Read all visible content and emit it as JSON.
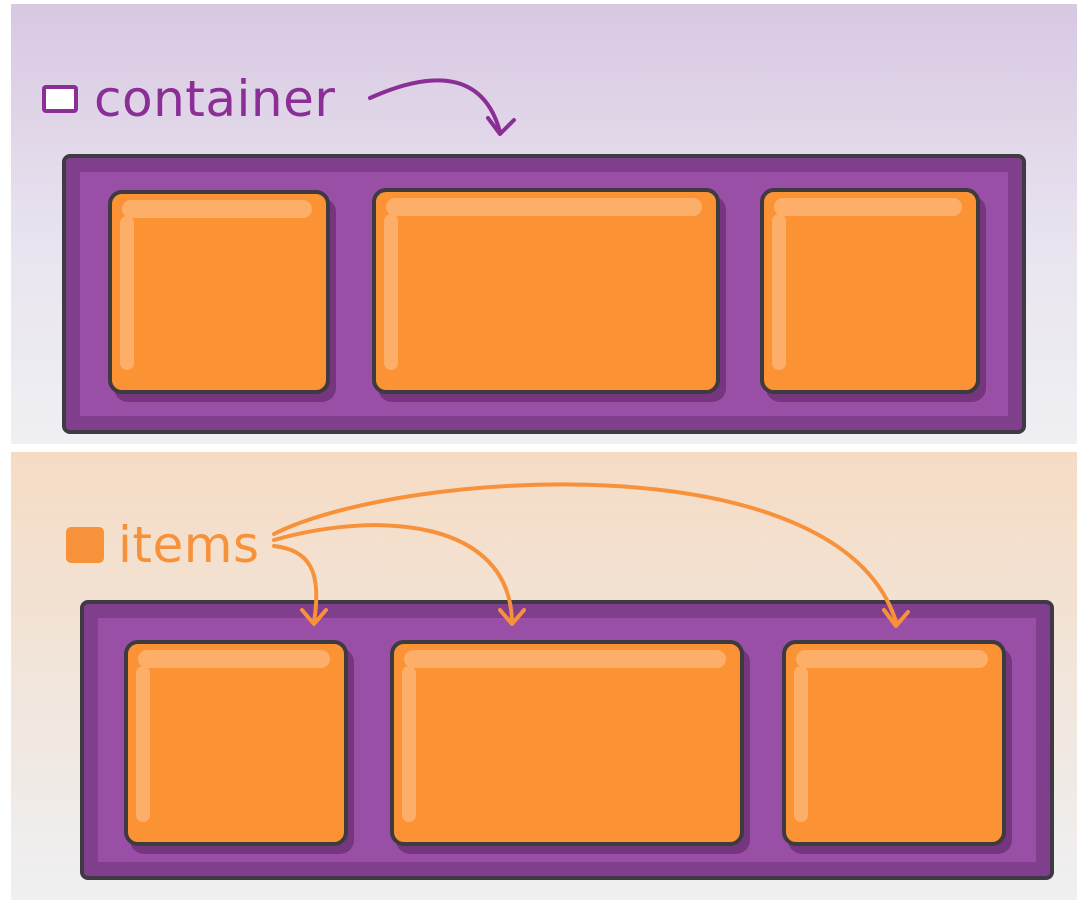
{
  "labels": {
    "container": "container",
    "items": "items"
  },
  "colors": {
    "container_purple": "#8b2e96",
    "box_fill": "#9a4fa6",
    "box_inner_shadow": "#7f3f8c",
    "item_orange": "#f7923a",
    "item_highlight": "#fdae69",
    "outline": "#3d3a40"
  },
  "diagram": {
    "container_examples": 2,
    "items_per_container": 3
  }
}
